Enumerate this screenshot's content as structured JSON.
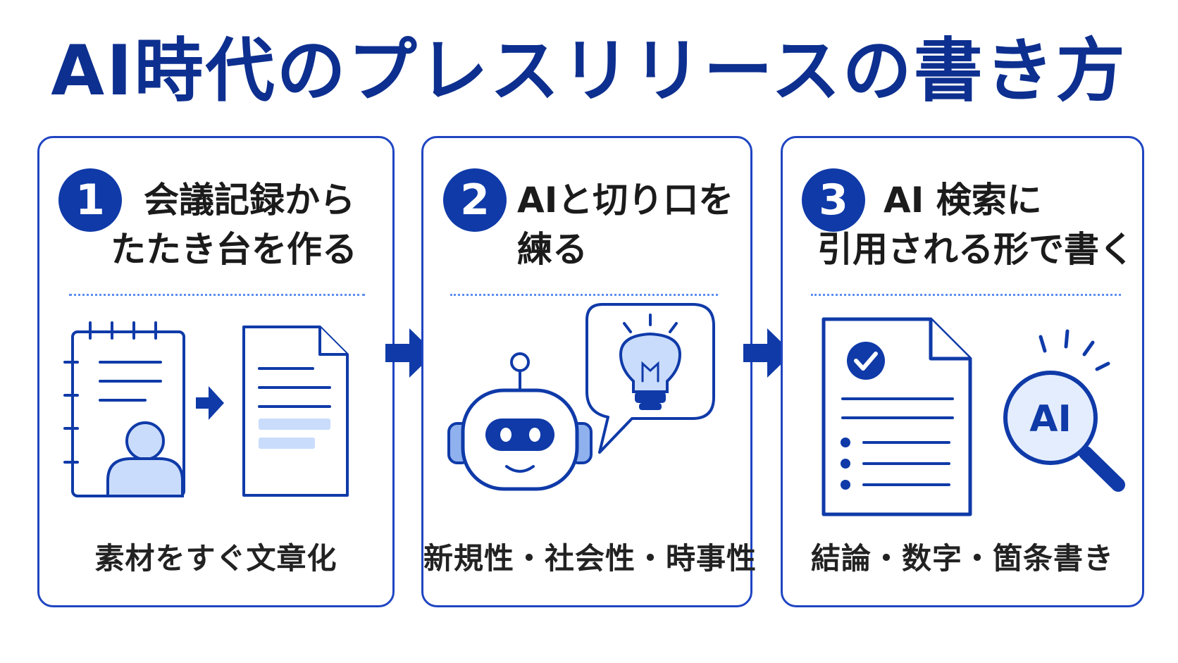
{
  "title": "AI時代のプレスリリースの書き方",
  "steps": [
    {
      "number": "1",
      "title_line1": "会議記録から",
      "title_line2": "たたき台を作る",
      "caption": "素材をすぐ文章化"
    },
    {
      "number": "2",
      "title_line1": "AIと切り口を",
      "title_line2": "練る",
      "caption": "新規性・社会性・時事性"
    },
    {
      "number": "3",
      "title_line1": "AI 検索に",
      "title_line2": "引用される形で書く",
      "caption": "結論・数字・箇条書き",
      "magnifier_label": "AI"
    }
  ],
  "colors": {
    "primary": "#0f3aa8",
    "border": "#1f45c2",
    "light_fill": "#c9dcfb",
    "dotted": "#5d8ff0",
    "title": "#0d2f8f"
  },
  "icons": [
    "notebook-icon",
    "person-icon",
    "document-icon",
    "robot-icon",
    "speech-bubble-icon",
    "lightbulb-icon",
    "checked-document-icon",
    "ai-magnifier-icon",
    "arrow-right-icon"
  ]
}
